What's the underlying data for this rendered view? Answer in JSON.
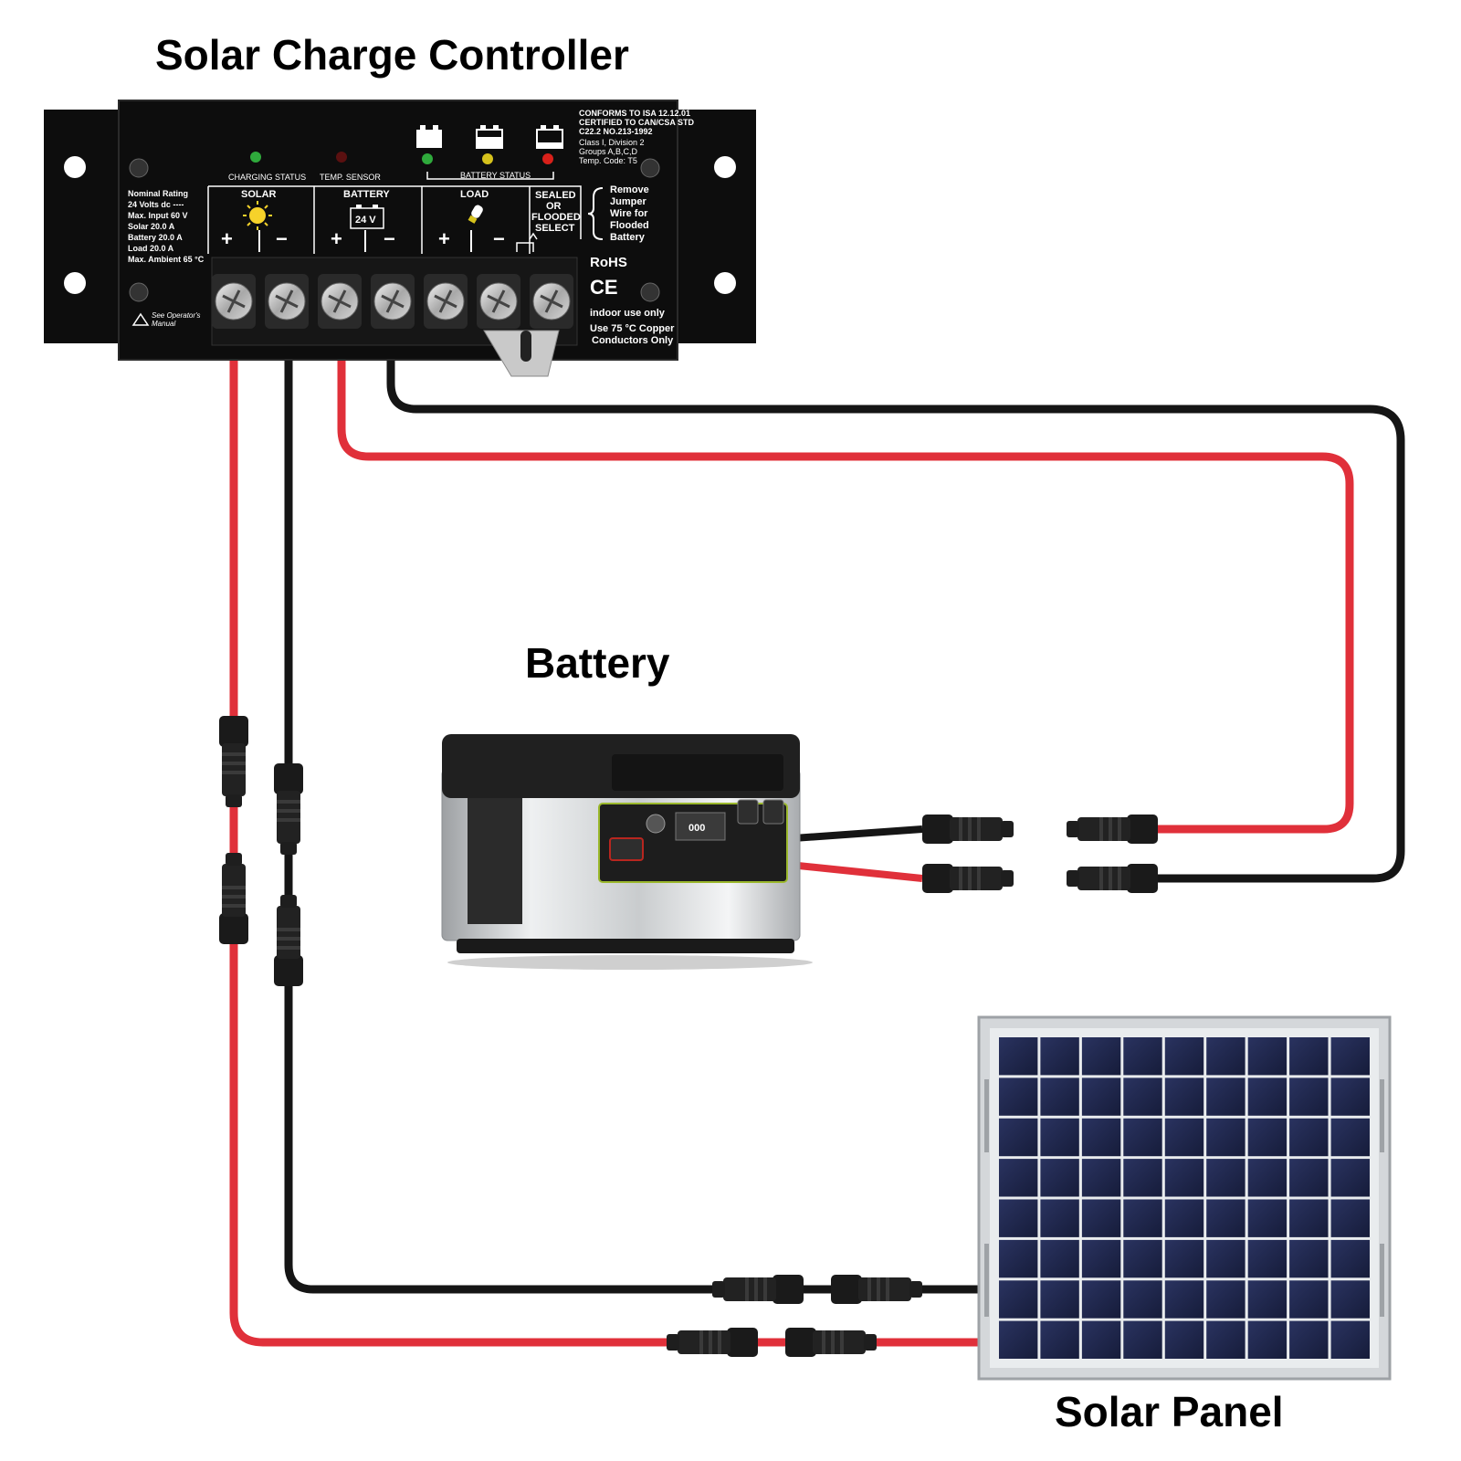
{
  "titles": {
    "controller": "Solar Charge Controller",
    "battery": "Battery",
    "solar_panel": "Solar Panel"
  },
  "controller": {
    "cert_lines": [
      "CONFORMS TO ISA 12.12.01",
      "CERTIFIED TO CAN/CSA STD",
      "C22.2 NO.213-1992",
      "Class I, Division 2",
      "Groups A,B,C,D",
      "Temp. Code: T5"
    ],
    "status_labels": {
      "charging": "CHARGING STATUS",
      "temp": "TEMP. SENSOR",
      "battery": "BATTERY STATUS"
    },
    "rating_lines": [
      "Nominal Rating",
      "24 Volts dc ----",
      "Max. Input  60 V",
      "Solar  20.0 A",
      "Battery 20.0 A",
      "Load 20.0 A",
      "Max. Ambient  65 °C"
    ],
    "sections": {
      "solar": "SOLAR",
      "battery": "BATTERY",
      "battery_voltage": "24 V",
      "load": "LOAD",
      "select_lines": [
        "SEALED",
        "OR",
        "FLOODED",
        "SELECT"
      ]
    },
    "jumper_note": [
      "Remove",
      "Jumper",
      "Wire for",
      "Flooded",
      "Battery"
    ],
    "signs": {
      "plus": "+",
      "minus": "−"
    },
    "rohs": "RoHS",
    "ce": "CE",
    "indoor": "indoor use only",
    "copper_lines": [
      "Use 75 °C Copper",
      "Conductors Only"
    ],
    "manual_lines": [
      "See Operator's",
      "Manual"
    ]
  },
  "battery_panel": {
    "display_text": "000"
  },
  "colors": {
    "red_wire": "#e0303a",
    "black_wire": "#151515",
    "controller_body": "#0d0d0d",
    "panel_cell": "#1c2448"
  }
}
